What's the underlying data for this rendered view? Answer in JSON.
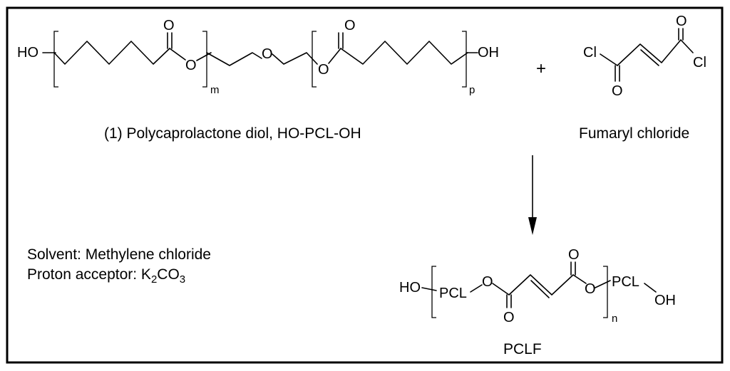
{
  "reactant_1": {
    "end_group_left": "HO",
    "end_group_right": "OH",
    "carbonyl_oxygen": "O",
    "ester_oxygen": "O",
    "ether_oxygen": "O",
    "repeat_m": "m",
    "repeat_p": "p",
    "caption": "(1) Polycaprolactone diol, HO-PCL-OH"
  },
  "plus_sign": "+",
  "reactant_2": {
    "chlorine": "Cl",
    "carbonyl_oxygen": "O",
    "caption": "Fumaryl chloride"
  },
  "conditions": {
    "solvent": "Solvent: Methylene chloride",
    "proton_acceptor_prefix": "Proton acceptor: ",
    "k_symbol": "K",
    "k_count": "2",
    "c_symbol": "CO",
    "o_count": "3"
  },
  "product": {
    "end_group_left": "HO",
    "end_group_right": "OH",
    "pcl": "PCL",
    "oxygen": "O",
    "repeat_n": "n",
    "caption": "PCLF"
  }
}
